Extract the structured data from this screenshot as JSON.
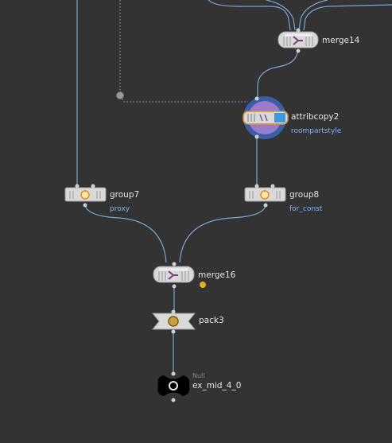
{
  "nodes": {
    "merge14": {
      "name": "merge14"
    },
    "attribcopy2": {
      "name": "attribcopy2",
      "comment": "roompartstyle"
    },
    "group7": {
      "name": "group7",
      "comment": "proxy"
    },
    "group8": {
      "name": "group8",
      "comment": "for_const"
    },
    "merge16": {
      "name": "merge16"
    },
    "pack3": {
      "name": "pack3"
    },
    "null": {
      "type": "Null",
      "name": "ex_mid_4_0"
    }
  },
  "colors": {
    "background": "#333333",
    "wire": "#7aa6d6",
    "node_body": "#d9d9d9",
    "attribcopy_ring": "#3a5fa8",
    "flag_active": "#3b9ae0"
  }
}
